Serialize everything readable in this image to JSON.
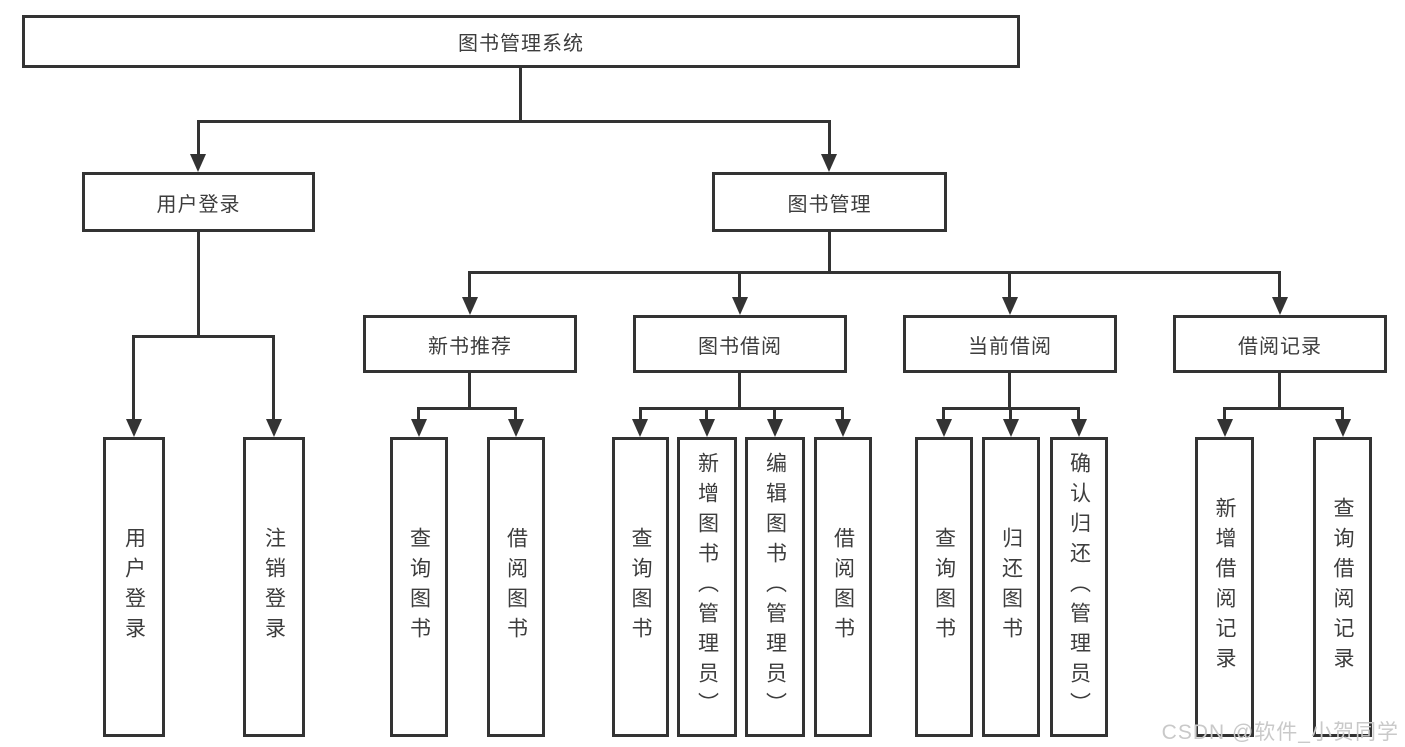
{
  "diagram_type": "hierarchy-tree",
  "colors": {
    "line": "#333333",
    "box_background": "#ffffff",
    "text": "#3d3d3d",
    "watermark": "#c9c9c9"
  },
  "tree": {
    "root": {
      "label": "图书管理系统"
    },
    "branches": [
      {
        "label": "用户登录",
        "children": [
          {
            "label": "用户登录"
          },
          {
            "label": "注销登录"
          }
        ]
      },
      {
        "label": "图书管理",
        "children": [
          {
            "label": "新书推荐",
            "children": [
              {
                "label": "查询图书"
              },
              {
                "label": "借阅图书"
              }
            ]
          },
          {
            "label": "图书借阅",
            "children": [
              {
                "label": "查询图书"
              },
              {
                "label": "新增图书（管理员）"
              },
              {
                "label": "编辑图书（管理员）"
              },
              {
                "label": "借阅图书"
              }
            ]
          },
          {
            "label": "当前借阅",
            "children": [
              {
                "label": "查询图书"
              },
              {
                "label": "归还图书"
              },
              {
                "label": "确认归还（管理员）"
              }
            ]
          },
          {
            "label": "借阅记录",
            "children": [
              {
                "label": "新增借阅记录"
              },
              {
                "label": "查询借阅记录"
              }
            ]
          }
        ]
      }
    ]
  },
  "watermark": {
    "text": "CSDN @软件_小贺同学"
  }
}
